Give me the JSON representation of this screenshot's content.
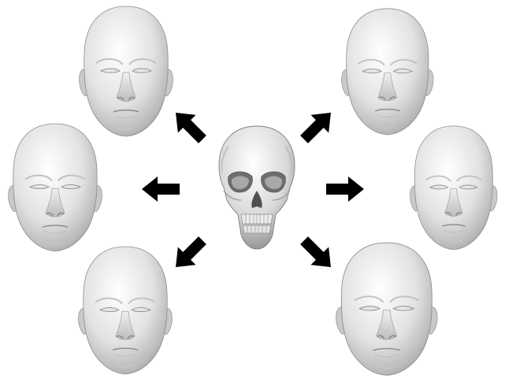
{
  "diagram": {
    "center": {
      "name": "skull",
      "shading": "gray-3d"
    },
    "faces": [
      {
        "id": "top-left",
        "shape": "narrow"
      },
      {
        "id": "mid-left",
        "shape": "wide"
      },
      {
        "id": "bottom-left",
        "shape": "wide-jaw"
      },
      {
        "id": "top-right",
        "shape": "narrow-long"
      },
      {
        "id": "mid-right",
        "shape": "slim"
      },
      {
        "id": "bottom-right",
        "shape": "large-round"
      }
    ],
    "arrows": [
      {
        "id": "up-left",
        "direction": "north-west"
      },
      {
        "id": "left",
        "direction": "west"
      },
      {
        "id": "down-left",
        "direction": "south-west"
      },
      {
        "id": "up-right",
        "direction": "north-east"
      },
      {
        "id": "right",
        "direction": "east"
      },
      {
        "id": "down-right",
        "direction": "south-east"
      }
    ],
    "colors": {
      "arrow": "#4a4a4a",
      "face_light": "#f4f4f4",
      "face_shadow": "#9a9a9a",
      "background": "#ffffff"
    }
  }
}
